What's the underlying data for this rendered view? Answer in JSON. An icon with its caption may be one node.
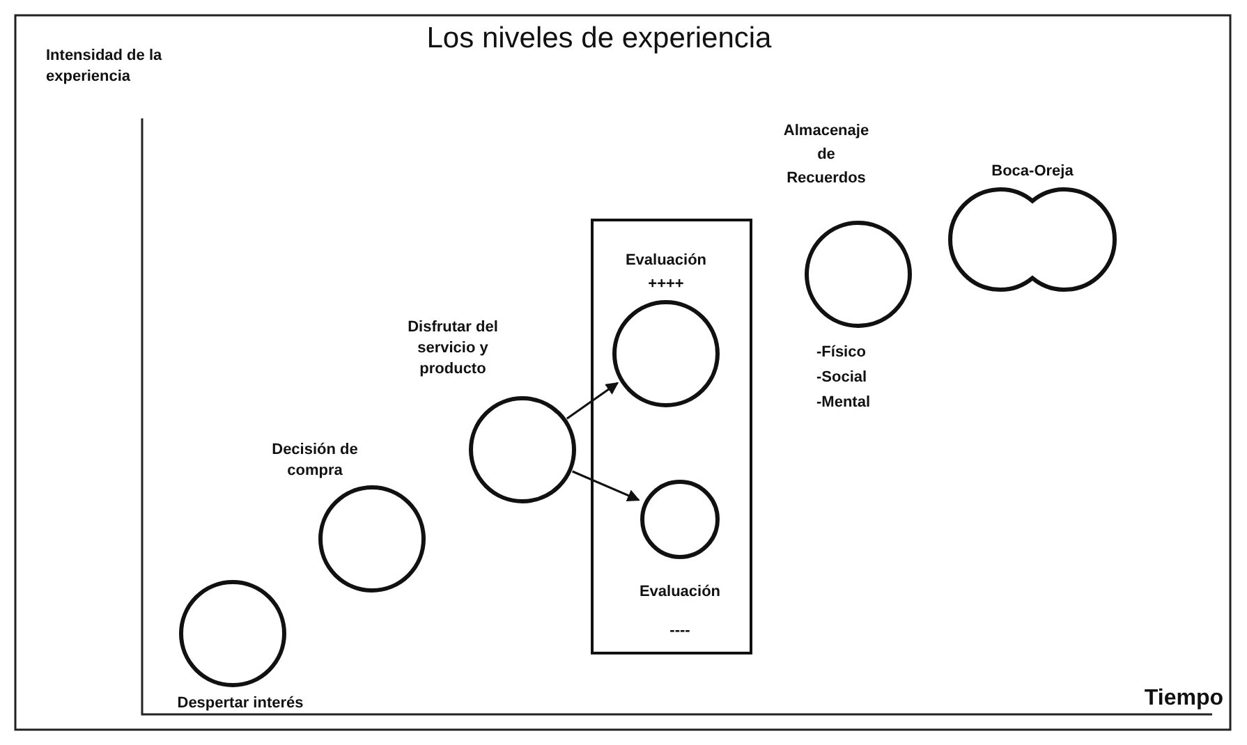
{
  "diagram": {
    "title": "Los niveles de experiencia",
    "nodes": [
      {
        "text": [
          "Despertar interés"
        ]
      },
      {
        "text": [
          "Decisión de compra"
        ]
      },
      {
        "text": [
          "Disfrutar del servicio y producto"
        ]
      },
      {
        "text": [],
        "shape": "box"
      },
      {
        "text": [
          "Evaluación",
          "++++"
        ],
        "in": 3
      },
      {
        "text": [
          "Evaluación",
          "----"
        ],
        "in": 3
      },
      {
        "text": [
          "Almacenaje de Recuerdos"
        ],
        "beside": [
          "-Físico",
          "-Social",
          "-Mental"
        ]
      },
      {
        "text": [
          "Boca-Oreja"
        ]
      }
    ],
    "edges": [
      {
        "from": 2,
        "to": 4,
        "arrow": "to"
      },
      {
        "from": 2,
        "to": 5,
        "arrow": "to"
      }
    ],
    "labels": [
      "Intensidad de la experiencia",
      "Tiempo"
    ]
  }
}
